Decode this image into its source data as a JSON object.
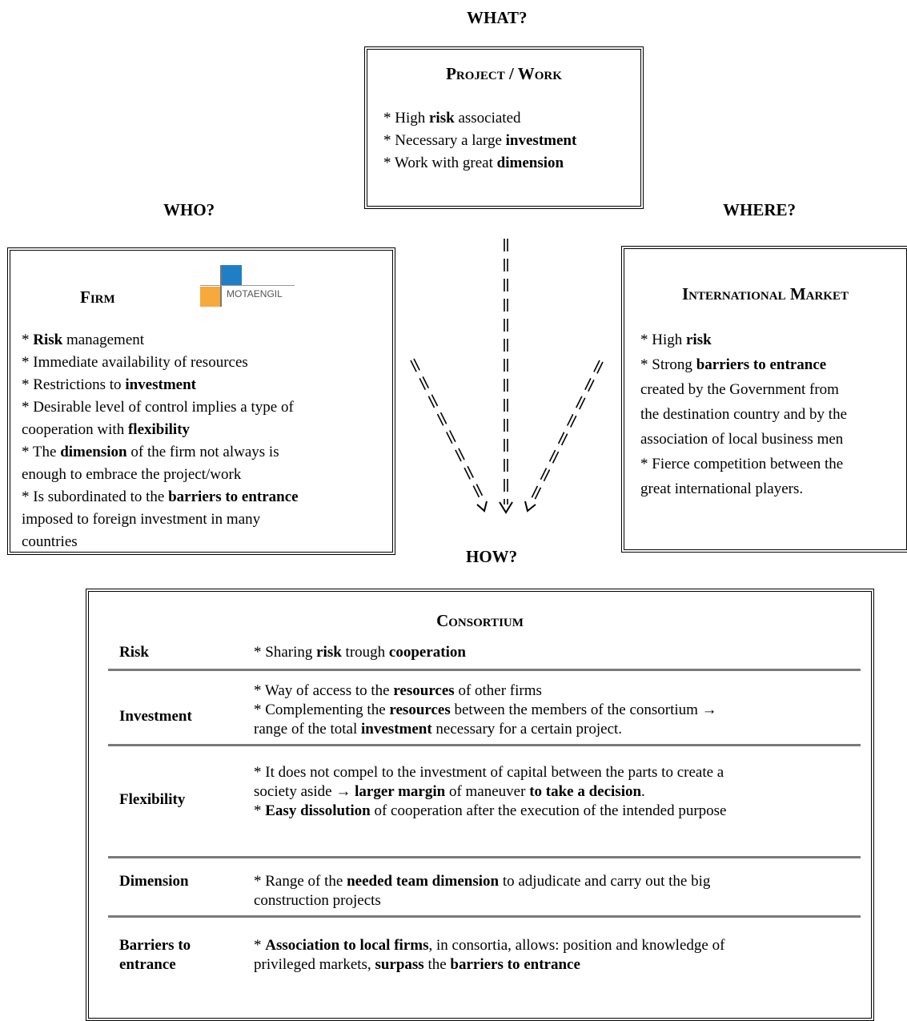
{
  "questions": {
    "what": "WHAT?",
    "who": "WHO?",
    "where": "WHERE?",
    "how": "HOW?"
  },
  "project": {
    "title": "Project / Work",
    "items": [
      {
        "pre": "* High ",
        "bold": "risk",
        "post": " associated"
      },
      {
        "pre": "* Necessary a large ",
        "bold": "investment",
        "post": ""
      },
      {
        "pre": "* Work with great ",
        "bold": "dimension",
        "post": ""
      }
    ]
  },
  "firm": {
    "title": "Firm",
    "logo_text": "MOTAENGIL",
    "logo_colors": {
      "blue": "#1f7fc6",
      "orange": "#f7a93b"
    },
    "lines": [
      [
        {
          "t": "* "
        },
        {
          "b": "Risk"
        },
        {
          "t": " management"
        }
      ],
      [
        {
          "t": "* Immediate availability of resources"
        }
      ],
      [
        {
          "t": "* Restrictions to "
        },
        {
          "b": "investment"
        }
      ],
      [
        {
          "t": "* Desirable level of control implies a type of"
        }
      ],
      [
        {
          "t": "cooperation with "
        },
        {
          "b": "flexibility"
        }
      ],
      [
        {
          "t": "* The "
        },
        {
          "b": "dimension"
        },
        {
          "t": " of the firm not always is"
        }
      ],
      [
        {
          "t": "enough to embrace the project/work"
        }
      ],
      [
        {
          "t": "* Is subordinated to the "
        },
        {
          "b": "barriers to entrance"
        }
      ],
      [
        {
          "t": "imposed to foreign investment in many"
        }
      ],
      [
        {
          "t": "countries"
        }
      ]
    ]
  },
  "market": {
    "title": "International Market",
    "lines": [
      [
        {
          "t": "* High "
        },
        {
          "b": "risk"
        }
      ],
      [
        {
          "t": "* Strong "
        },
        {
          "b": "barriers to entrance"
        }
      ],
      [
        {
          "t": "created by the Government from"
        }
      ],
      [
        {
          "t": "the destination country and by the"
        }
      ],
      [
        {
          "t": "association of local business men"
        }
      ],
      [
        {
          "t": "* Fierce competition between the"
        }
      ],
      [
        {
          "t": "great international players."
        }
      ]
    ]
  },
  "consortium": {
    "title": "Consortium",
    "rows": [
      {
        "label": "Risk",
        "lines": [
          [
            {
              "t": "* Sharing "
            },
            {
              "b": "risk"
            },
            {
              "t": " trough "
            },
            {
              "b": "cooperation"
            }
          ]
        ]
      },
      {
        "label": "Investment",
        "lines": [
          [
            {
              "t": "* Way of access to the "
            },
            {
              "b": "resources"
            },
            {
              "t": " of other firms"
            }
          ],
          [
            {
              "t": "* Complementing the "
            },
            {
              "b": "resources"
            },
            {
              "t": " between the members of the consortium →"
            }
          ],
          [
            {
              "t": "range of the total "
            },
            {
              "b": "investment"
            },
            {
              "t": " necessary for a certain project."
            }
          ]
        ]
      },
      {
        "label": "Flexibility",
        "lines": [
          [
            {
              "t": "* It does not compel to the investment of capital between the parts to create a"
            }
          ],
          [
            {
              "t": "society aside → "
            },
            {
              "b": "larger margin"
            },
            {
              "t": " of maneuver "
            },
            {
              "b": "to take a decision"
            },
            {
              "t": "."
            }
          ],
          [
            {
              "t": "* "
            },
            {
              "b": "Easy dissolution"
            },
            {
              "t": " of cooperation after the execution of the intended purpose"
            }
          ]
        ]
      },
      {
        "label": "Dimension",
        "lines": [
          [
            {
              "t": "* Range of the "
            },
            {
              "b": "needed team dimension"
            },
            {
              "t": " to adjudicate and carry out the big"
            }
          ],
          [
            {
              "t": "construction projects"
            }
          ]
        ]
      },
      {
        "label": "Barriers to\nentrance",
        "lines": [
          [
            {
              "t": "* "
            },
            {
              "b": "Association to local firms"
            },
            {
              "t": ", in consortia, allows: position and knowledge of"
            }
          ],
          [
            {
              "t": "privileged markets, "
            },
            {
              "b": "surpass"
            },
            {
              "t": " the "
            },
            {
              "b": "barriers to entrance"
            }
          ]
        ]
      }
    ]
  }
}
